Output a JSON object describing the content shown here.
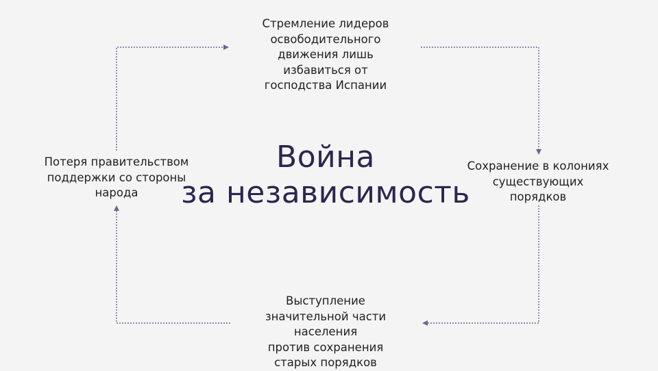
{
  "diagram": {
    "title_lines": [
      "Война",
      "за независимость"
    ],
    "nodes": {
      "top": [
        "Стремление лидеров",
        "освободительного",
        "движения лишь",
        "избавиться от",
        "господства Испании"
      ],
      "right": [
        "Сохранение в колониях",
        "существующих",
        "порядков"
      ],
      "bottom": [
        "Выступление",
        "значительной части",
        "населения",
        "против сохранения",
        "старых порядков"
      ],
      "left": [
        "Потеря правительством",
        "поддержки со стороны",
        "народа"
      ]
    },
    "connector_color": "#6a6690",
    "title_color": "#2b2650"
  }
}
